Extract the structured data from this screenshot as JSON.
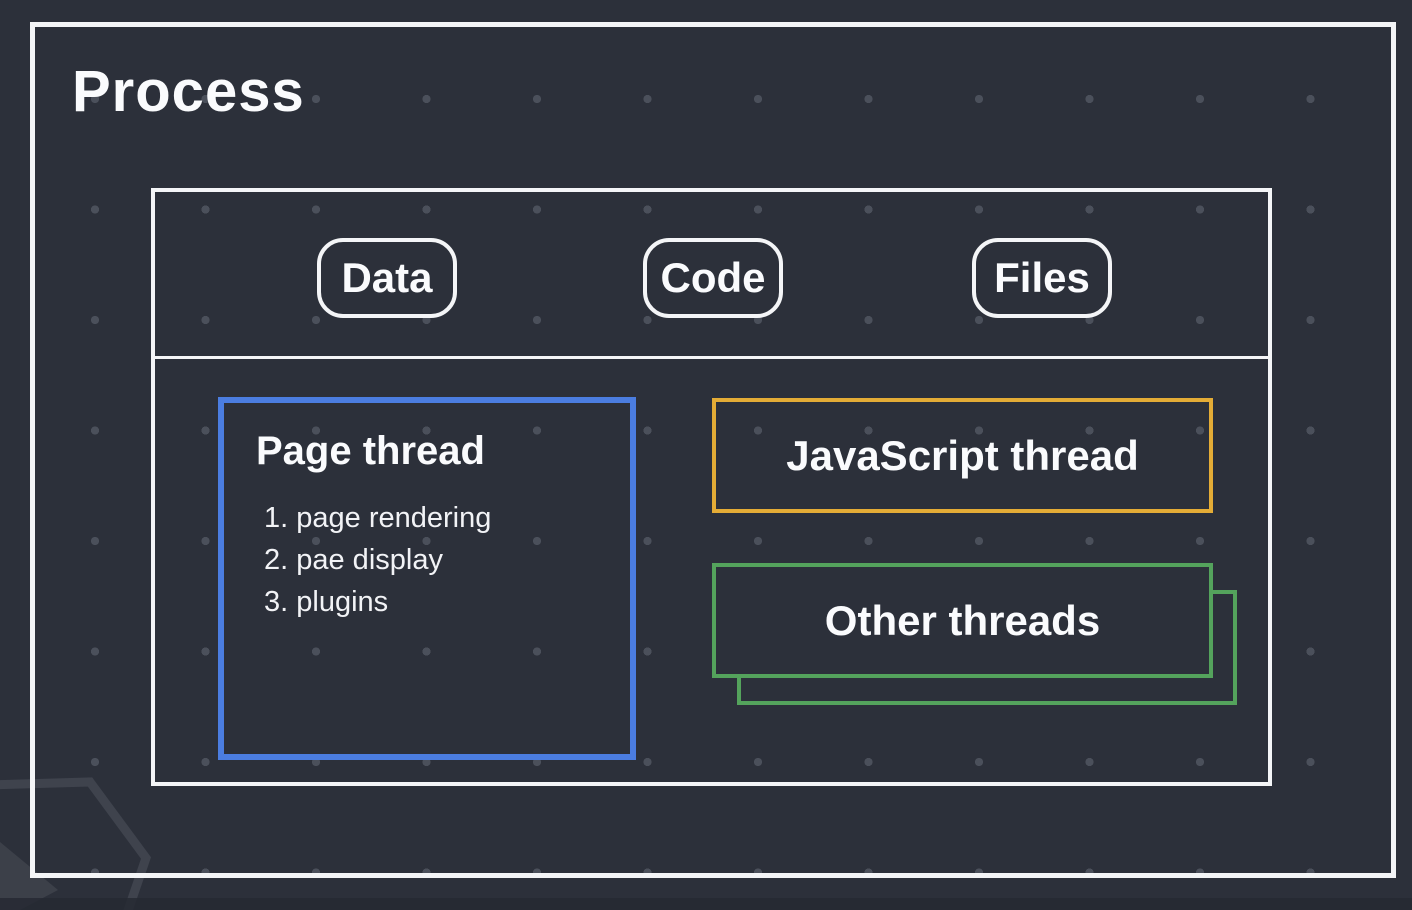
{
  "title": "Process",
  "resources": {
    "data_label": "Data",
    "code_label": "Code",
    "files_label": "Files"
  },
  "threads": {
    "page_thread": {
      "title": "Page thread",
      "items": [
        "1. page rendering",
        "2. pae display",
        "3. plugins"
      ]
    },
    "javascript_thread": {
      "label": "JavaScript thread"
    },
    "other_threads": {
      "label": "Other threads"
    }
  },
  "colors": {
    "background": "#2c303a",
    "frame": "#f4f5f7",
    "page_thread_border": "#4b7de0",
    "javascript_thread_border": "#e4ac36",
    "other_threads_border": "#54a35c",
    "dot": "#4b505b"
  }
}
